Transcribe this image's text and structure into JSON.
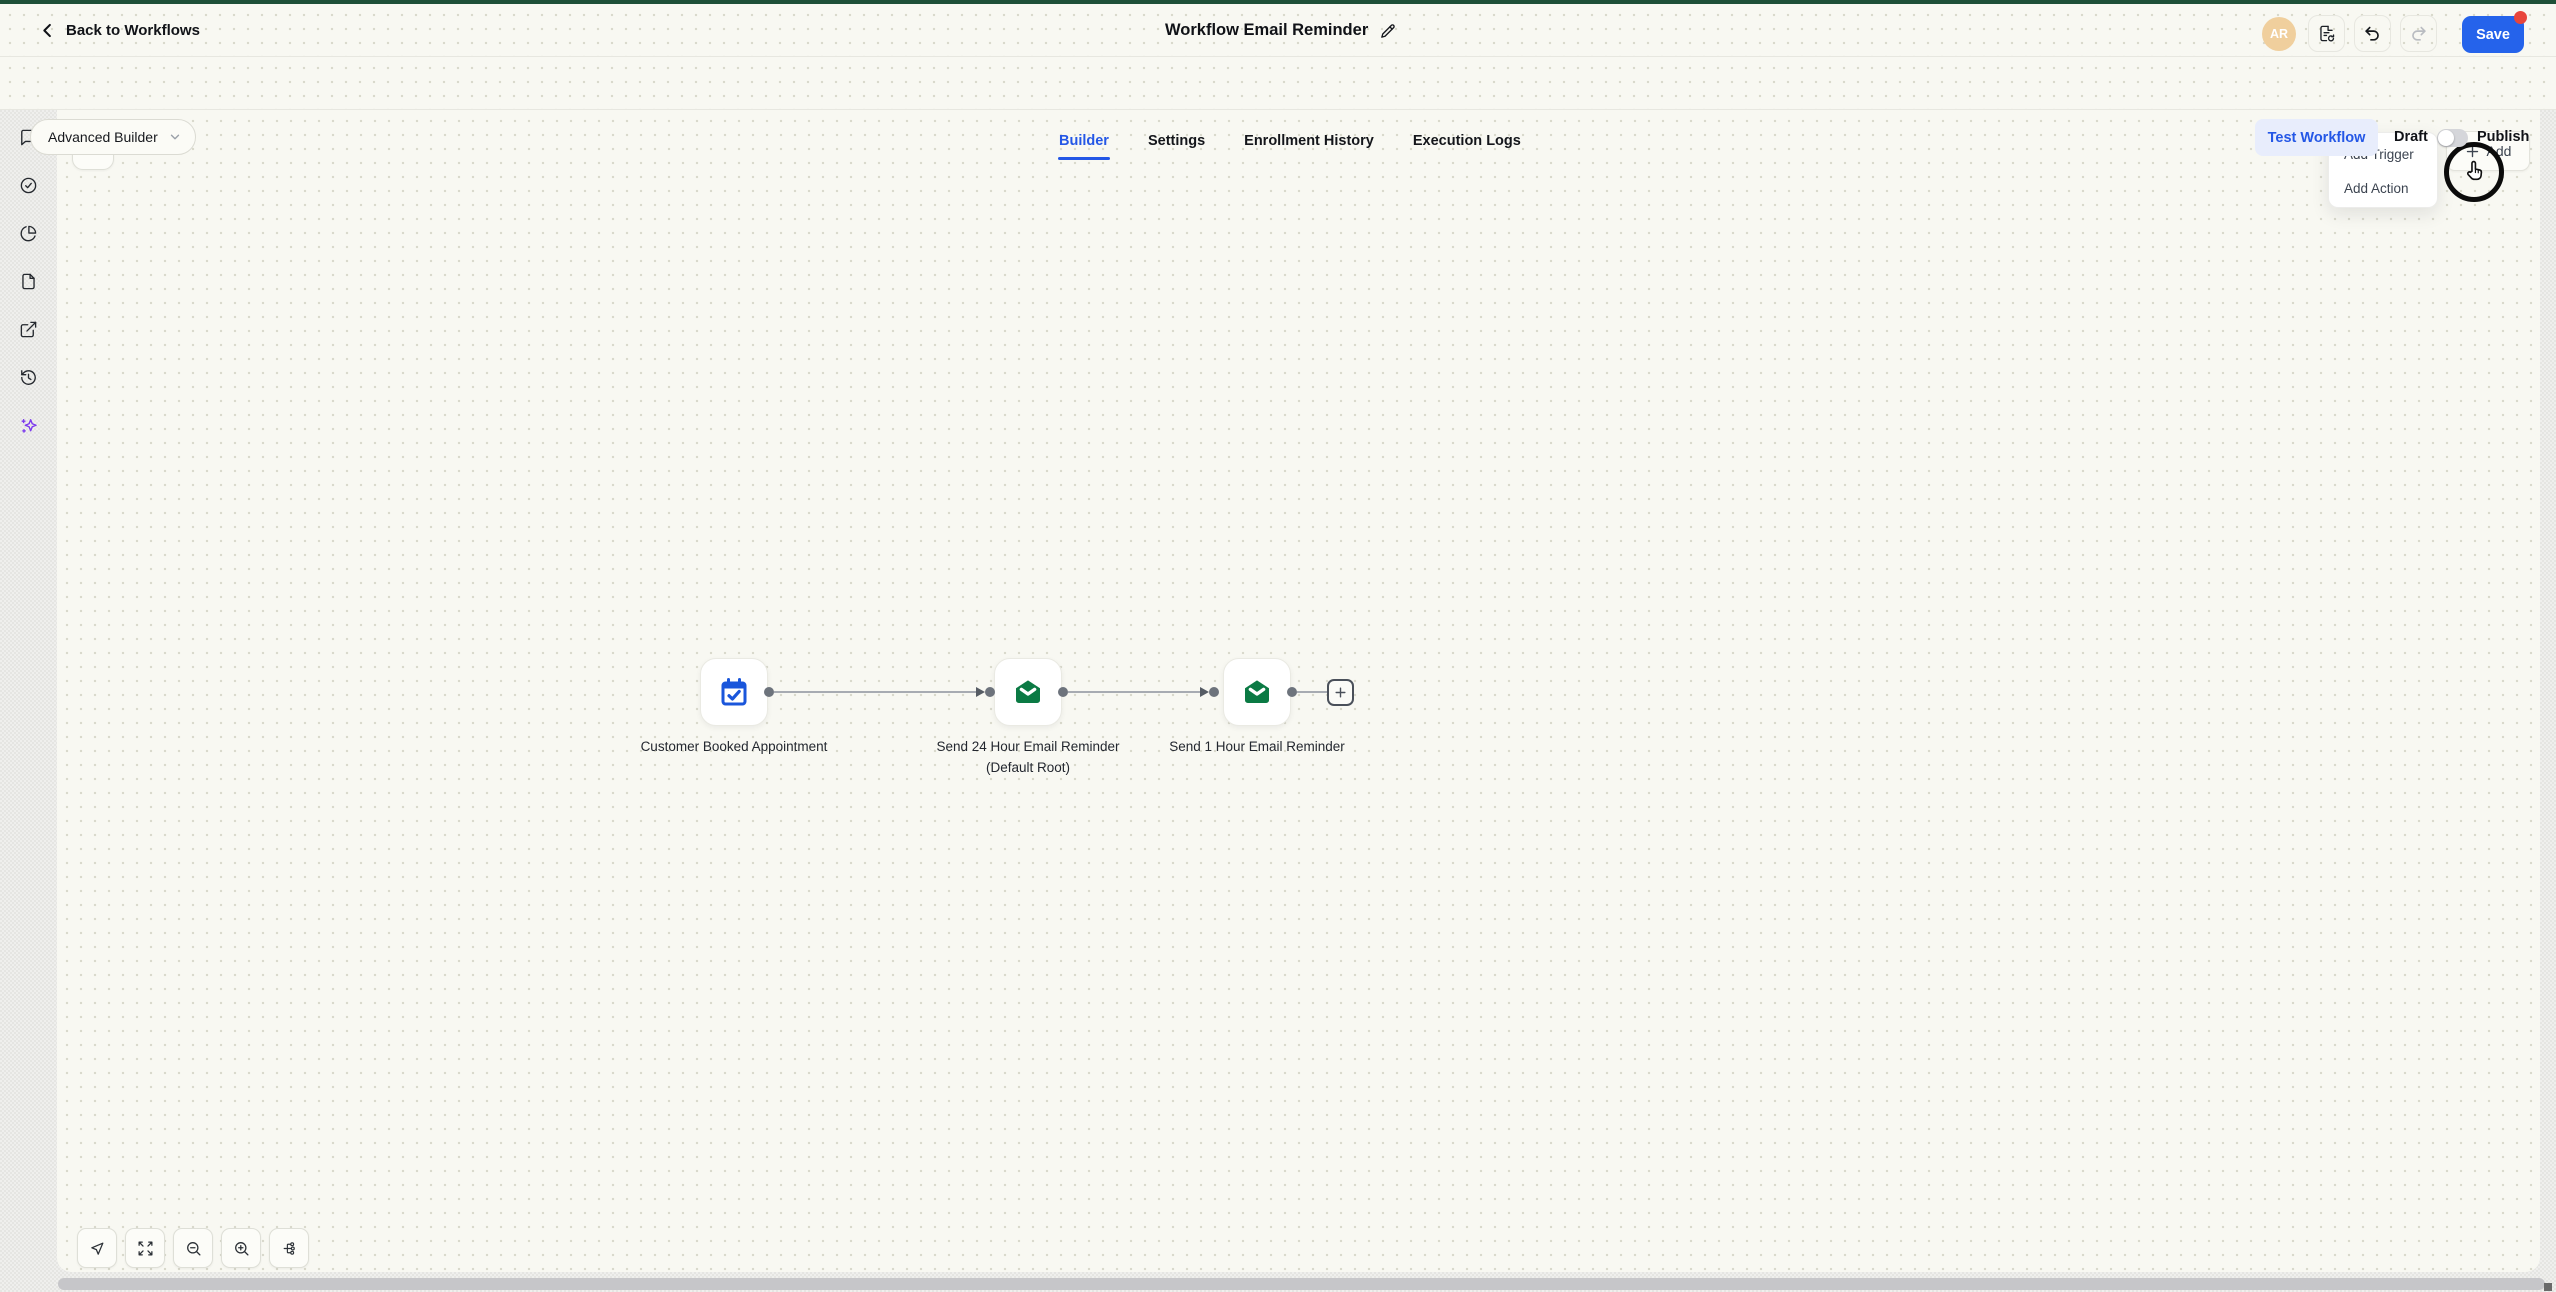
{
  "header": {
    "back_label": "Back to Workflows",
    "title": "Workflow Email Reminder",
    "avatar_initials": "AR",
    "save_label": "Save"
  },
  "nav": {
    "builder_mode_label": "Advanced Builder",
    "tabs": [
      {
        "label": "Builder",
        "active": true
      },
      {
        "label": "Settings",
        "active": false
      },
      {
        "label": "Enrollment History",
        "active": false
      },
      {
        "label": "Execution Logs",
        "active": false
      }
    ],
    "test_workflow_label": "Test Workflow",
    "draft_label": "Draft",
    "publish_label": "Publish",
    "publish_toggle_state": "off"
  },
  "sidebar": {
    "icons": [
      "chat-icon",
      "check-circle-icon",
      "pie-chart-icon",
      "file-icon",
      "external-link-icon",
      "history-icon",
      "ai-sparkles-icon"
    ]
  },
  "canvas": {
    "add_button_label": "Add",
    "context_menu_items": [
      "Add Trigger",
      "Add Action"
    ],
    "nodes": [
      {
        "label": "Customer Booked Appointment",
        "icon": "calendar-check-icon",
        "icon_color": "#1a56db"
      },
      {
        "label": "Send 24 Hour Email Reminder (Default Root)",
        "icon": "email-icon",
        "icon_color": "#0b7a44"
      },
      {
        "label": "Send 1 Hour Email Reminder",
        "icon": "email-icon",
        "icon_color": "#0b7a44"
      }
    ],
    "toolbar_icons": [
      "cursor-icon",
      "expand-icon",
      "zoom-out-icon",
      "zoom-in-icon",
      "tree-layout-icon"
    ],
    "keyboard_button_icon": "keyboard-icon"
  },
  "colors": {
    "accent_blue": "#2563eb",
    "active_tab_blue": "#2457e6",
    "email_icon_green": "#0b7a44",
    "trigger_icon_blue": "#1a56db",
    "ai_purple": "#7c3aed",
    "topbar_green": "#1e5038",
    "save_badge_red": "#e8463c",
    "avatar_bg": "#f0cf9d",
    "canvas_bg": "#f8f8f2"
  }
}
